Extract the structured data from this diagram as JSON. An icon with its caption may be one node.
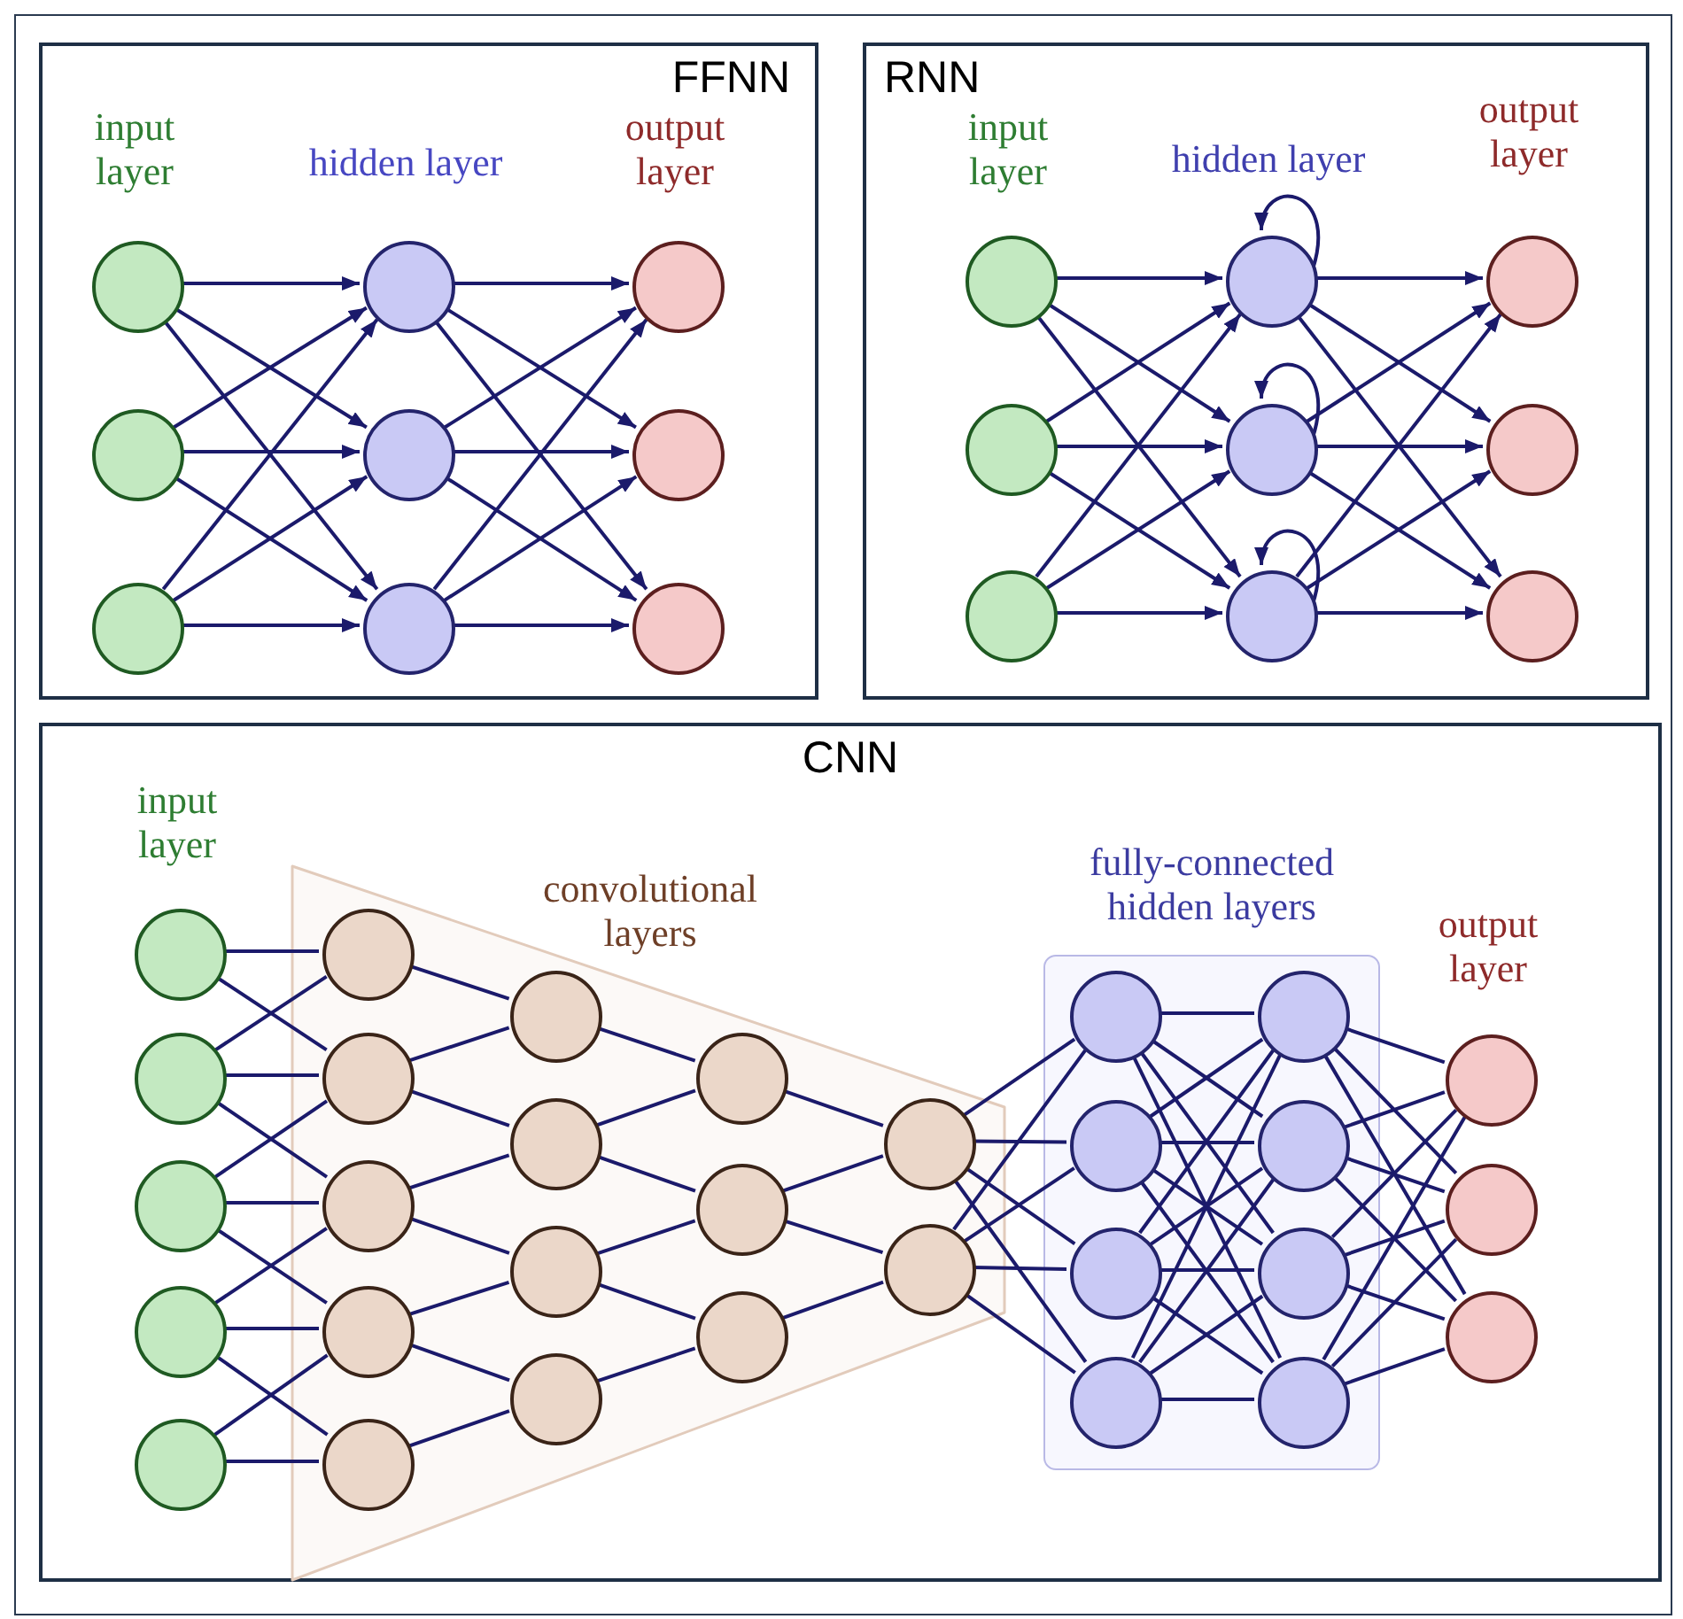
{
  "diagram": {
    "nodes": [
      {
        "text": [
          "FFNN"
        ]
      },
      {
        "text": [],
        "shape": "circle",
        "in": 0
      },
      {
        "text": [],
        "shape": "circle",
        "in": 0
      },
      {
        "text": [],
        "shape": "circle",
        "in": 0
      },
      {
        "text": [],
        "shape": "circle",
        "in": 0
      },
      {
        "text": [],
        "shape": "circle",
        "in": 0
      },
      {
        "text": [],
        "shape": "circle",
        "in": 0
      },
      {
        "text": [],
        "shape": "circle",
        "in": 0
      },
      {
        "text": [],
        "shape": "circle",
        "in": 0
      },
      {
        "text": [],
        "shape": "circle",
        "in": 0
      },
      {
        "text": [
          "RNN"
        ]
      },
      {
        "text": [],
        "shape": "circle",
        "in": 10
      },
      {
        "text": [],
        "shape": "circle",
        "in": 10
      },
      {
        "text": [],
        "shape": "circle",
        "in": 10
      },
      {
        "text": [],
        "shape": "circle",
        "in": 10
      },
      {
        "text": [],
        "shape": "circle",
        "in": 10
      },
      {
        "text": [],
        "shape": "circle",
        "in": 10
      },
      {
        "text": [],
        "shape": "circle",
        "in": 10
      },
      {
        "text": [],
        "shape": "circle",
        "in": 10
      },
      {
        "text": [],
        "shape": "circle",
        "in": 10
      },
      {
        "text": [
          "CNN"
        ]
      },
      {
        "text": [],
        "shape": "circle",
        "in": 20
      },
      {
        "text": [],
        "shape": "circle",
        "in": 20
      },
      {
        "text": [],
        "shape": "circle",
        "in": 20
      },
      {
        "text": [],
        "shape": "circle",
        "in": 20
      },
      {
        "text": [],
        "shape": "circle",
        "in": 20
      },
      {
        "text": [
          "convolutional layers"
        ],
        "in": 20
      },
      {
        "text": [],
        "shape": "circle",
        "in": 26
      },
      {
        "text": [],
        "shape": "circle",
        "in": 26
      },
      {
        "text": [],
        "shape": "circle",
        "in": 26
      },
      {
        "text": [],
        "shape": "circle",
        "in": 26
      },
      {
        "text": [],
        "shape": "circle",
        "in": 26
      },
      {
        "text": [],
        "shape": "circle",
        "in": 26
      },
      {
        "text": [],
        "shape": "circle",
        "in": 26
      },
      {
        "text": [],
        "shape": "circle",
        "in": 26
      },
      {
        "text": [],
        "shape": "circle",
        "in": 26
      },
      {
        "text": [],
        "shape": "circle",
        "in": 26
      },
      {
        "text": [],
        "shape": "circle",
        "in": 26
      },
      {
        "text": [],
        "shape": "circle",
        "in": 26
      },
      {
        "text": [],
        "shape": "circle",
        "in": 26
      },
      {
        "text": [],
        "shape": "circle",
        "in": 26
      },
      {
        "text": [
          "fully-connected hidden layers"
        ],
        "in": 20
      },
      {
        "text": [],
        "shape": "circle",
        "in": 41
      },
      {
        "text": [],
        "shape": "circle",
        "in": 41
      },
      {
        "text": [],
        "shape": "circle",
        "in": 41
      },
      {
        "text": [],
        "shape": "circle",
        "in": 41
      },
      {
        "text": [],
        "shape": "circle",
        "in": 41
      },
      {
        "text": [],
        "shape": "circle",
        "in": 41
      },
      {
        "text": [],
        "shape": "circle",
        "in": 41
      },
      {
        "text": [],
        "shape": "circle",
        "in": 41
      },
      {
        "text": [],
        "shape": "circle",
        "in": 20
      },
      {
        "text": [],
        "shape": "circle",
        "in": 20
      },
      {
        "text": [],
        "shape": "circle",
        "in": 20
      }
    ],
    "edges": [
      {
        "from": 1,
        "to": 4,
        "arrow": "to"
      },
      {
        "from": 1,
        "to": 5,
        "arrow": "to"
      },
      {
        "from": 1,
        "to": 6,
        "arrow": "to"
      },
      {
        "from": 2,
        "to": 4,
        "arrow": "to"
      },
      {
        "from": 2,
        "to": 5,
        "arrow": "to"
      },
      {
        "from": 2,
        "to": 6,
        "arrow": "to"
      },
      {
        "from": 3,
        "to": 4,
        "arrow": "to"
      },
      {
        "from": 3,
        "to": 5,
        "arrow": "to"
      },
      {
        "from": 3,
        "to": 6,
        "arrow": "to"
      },
      {
        "from": 4,
        "to": 7,
        "arrow": "to"
      },
      {
        "from": 4,
        "to": 8,
        "arrow": "to"
      },
      {
        "from": 4,
        "to": 9,
        "arrow": "to"
      },
      {
        "from": 5,
        "to": 7,
        "arrow": "to"
      },
      {
        "from": 5,
        "to": 8,
        "arrow": "to"
      },
      {
        "from": 5,
        "to": 9,
        "arrow": "to"
      },
      {
        "from": 6,
        "to": 7,
        "arrow": "to"
      },
      {
        "from": 6,
        "to": 8,
        "arrow": "to"
      },
      {
        "from": 6,
        "to": 9,
        "arrow": "to"
      },
      {
        "from": 11,
        "to": 14,
        "arrow": "to"
      },
      {
        "from": 11,
        "to": 15,
        "arrow": "to"
      },
      {
        "from": 11,
        "to": 16,
        "arrow": "to"
      },
      {
        "from": 12,
        "to": 14,
        "arrow": "to"
      },
      {
        "from": 12,
        "to": 15,
        "arrow": "to"
      },
      {
        "from": 12,
        "to": 16,
        "arrow": "to"
      },
      {
        "from": 13,
        "to": 14,
        "arrow": "to"
      },
      {
        "from": 13,
        "to": 15,
        "arrow": "to"
      },
      {
        "from": 13,
        "to": 16,
        "arrow": "to"
      },
      {
        "from": 14,
        "to": 17,
        "arrow": "to"
      },
      {
        "from": 14,
        "to": 18,
        "arrow": "to"
      },
      {
        "from": 14,
        "to": 19,
        "arrow": "to"
      },
      {
        "from": 15,
        "to": 17,
        "arrow": "to"
      },
      {
        "from": 15,
        "to": 18,
        "arrow": "to"
      },
      {
        "from": 15,
        "to": 19,
        "arrow": "to"
      },
      {
        "from": 16,
        "to": 17,
        "arrow": "to"
      },
      {
        "from": 16,
        "to": 18,
        "arrow": "to"
      },
      {
        "from": 16,
        "to": 19,
        "arrow": "to"
      },
      {
        "from": 14,
        "to": 14,
        "arrow": "to"
      },
      {
        "from": 15,
        "to": 15,
        "arrow": "to"
      },
      {
        "from": 16,
        "to": 16,
        "arrow": "to"
      },
      {
        "from": 21,
        "to": 27,
        "arrow": "none"
      },
      {
        "from": 21,
        "to": 28,
        "arrow": "none"
      },
      {
        "from": 22,
        "to": 27,
        "arrow": "none"
      },
      {
        "from": 22,
        "to": 28,
        "arrow": "none"
      },
      {
        "from": 22,
        "to": 29,
        "arrow": "none"
      },
      {
        "from": 23,
        "to": 28,
        "arrow": "none"
      },
      {
        "from": 23,
        "to": 29,
        "arrow": "none"
      },
      {
        "from": 23,
        "to": 30,
        "arrow": "none"
      },
      {
        "from": 24,
        "to": 29,
        "arrow": "none"
      },
      {
        "from": 24,
        "to": 30,
        "arrow": "none"
      },
      {
        "from": 24,
        "to": 31,
        "arrow": "none"
      },
      {
        "from": 25,
        "to": 30,
        "arrow": "none"
      },
      {
        "from": 25,
        "to": 31,
        "arrow": "none"
      },
      {
        "from": 27,
        "to": 32,
        "arrow": "none"
      },
      {
        "from": 28,
        "to": 32,
        "arrow": "none"
      },
      {
        "from": 28,
        "to": 33,
        "arrow": "none"
      },
      {
        "from": 29,
        "to": 33,
        "arrow": "none"
      },
      {
        "from": 29,
        "to": 34,
        "arrow": "none"
      },
      {
        "from": 30,
        "to": 34,
        "arrow": "none"
      },
      {
        "from": 30,
        "to": 35,
        "arrow": "none"
      },
      {
        "from": 31,
        "to": 35,
        "arrow": "none"
      },
      {
        "from": 32,
        "to": 36,
        "arrow": "none"
      },
      {
        "from": 33,
        "to": 36,
        "arrow": "none"
      },
      {
        "from": 33,
        "to": 37,
        "arrow": "none"
      },
      {
        "from": 34,
        "to": 37,
        "arrow": "none"
      },
      {
        "from": 34,
        "to": 38,
        "arrow": "none"
      },
      {
        "from": 35,
        "to": 38,
        "arrow": "none"
      },
      {
        "from": 36,
        "to": 39,
        "arrow": "none"
      },
      {
        "from": 37,
        "to": 39,
        "arrow": "none"
      },
      {
        "from": 37,
        "to": 40,
        "arrow": "none"
      },
      {
        "from": 38,
        "to": 40,
        "arrow": "none"
      },
      {
        "from": 39,
        "to": 42,
        "arrow": "none"
      },
      {
        "from": 39,
        "to": 43,
        "arrow": "none"
      },
      {
        "from": 39,
        "to": 44,
        "arrow": "none"
      },
      {
        "from": 39,
        "to": 45,
        "arrow": "none"
      },
      {
        "from": 40,
        "to": 42,
        "arrow": "none"
      },
      {
        "from": 40,
        "to": 43,
        "arrow": "none"
      },
      {
        "from": 40,
        "to": 44,
        "arrow": "none"
      },
      {
        "from": 40,
        "to": 45,
        "arrow": "none"
      },
      {
        "from": 42,
        "to": 46,
        "arrow": "none"
      },
      {
        "from": 42,
        "to": 47,
        "arrow": "none"
      },
      {
        "from": 42,
        "to": 48,
        "arrow": "none"
      },
      {
        "from": 42,
        "to": 49,
        "arrow": "none"
      },
      {
        "from": 43,
        "to": 46,
        "arrow": "none"
      },
      {
        "from": 43,
        "to": 47,
        "arrow": "none"
      },
      {
        "from": 43,
        "to": 48,
        "arrow": "none"
      },
      {
        "from": 43,
        "to": 49,
        "arrow": "none"
      },
      {
        "from": 44,
        "to": 46,
        "arrow": "none"
      },
      {
        "from": 44,
        "to": 47,
        "arrow": "none"
      },
      {
        "from": 44,
        "to": 48,
        "arrow": "none"
      },
      {
        "from": 44,
        "to": 49,
        "arrow": "none"
      },
      {
        "from": 45,
        "to": 46,
        "arrow": "none"
      },
      {
        "from": 45,
        "to": 47,
        "arrow": "none"
      },
      {
        "from": 45,
        "to": 48,
        "arrow": "none"
      },
      {
        "from": 45,
        "to": 49,
        "arrow": "none"
      },
      {
        "from": 46,
        "to": 50,
        "arrow": "none"
      },
      {
        "from": 46,
        "to": 51,
        "arrow": "none"
      },
      {
        "from": 46,
        "to": 52,
        "arrow": "none"
      },
      {
        "from": 47,
        "to": 50,
        "arrow": "none"
      },
      {
        "from": 47,
        "to": 51,
        "arrow": "none"
      },
      {
        "from": 47,
        "to": 52,
        "arrow": "none"
      },
      {
        "from": 48,
        "to": 50,
        "arrow": "none"
      },
      {
        "from": 48,
        "to": 51,
        "arrow": "none"
      },
      {
        "from": 48,
        "to": 52,
        "arrow": "none"
      },
      {
        "from": 49,
        "to": 50,
        "arrow": "none"
      },
      {
        "from": 49,
        "to": 51,
        "arrow": "none"
      },
      {
        "from": 49,
        "to": 52,
        "arrow": "none"
      }
    ],
    "labels": [
      "input layer",
      "hidden layer",
      "output layer",
      "input layer",
      "hidden layer",
      "output layer",
      "input layer",
      "output layer"
    ]
  }
}
